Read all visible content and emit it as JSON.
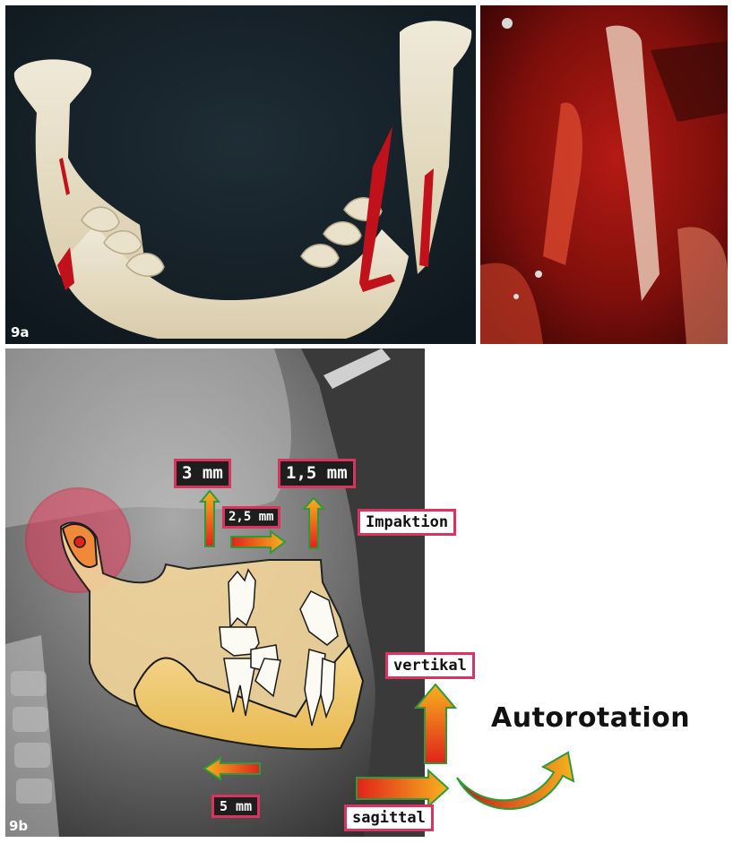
{
  "figure": {
    "panel_a_label": "9a",
    "panel_b_label": "9b"
  },
  "labels": {
    "mm_3": "3 mm",
    "mm_1_5": "1,5 mm",
    "mm_2_5": "2,5 mm",
    "mm_5": "5 mm",
    "impaktion": "Impaktion",
    "vertikal": "vertikal",
    "sagittal": "sagittal",
    "autorotation": "Autorotation"
  },
  "colors": {
    "box_border": "#d8345f",
    "arrow_fill": "#e0231a",
    "arrow_outline": "#2e9a3a",
    "arrow_gradient_end": "#f7b21e",
    "mandible_fill": "#f0cf86",
    "condyle_circle": "#e23a5a"
  }
}
